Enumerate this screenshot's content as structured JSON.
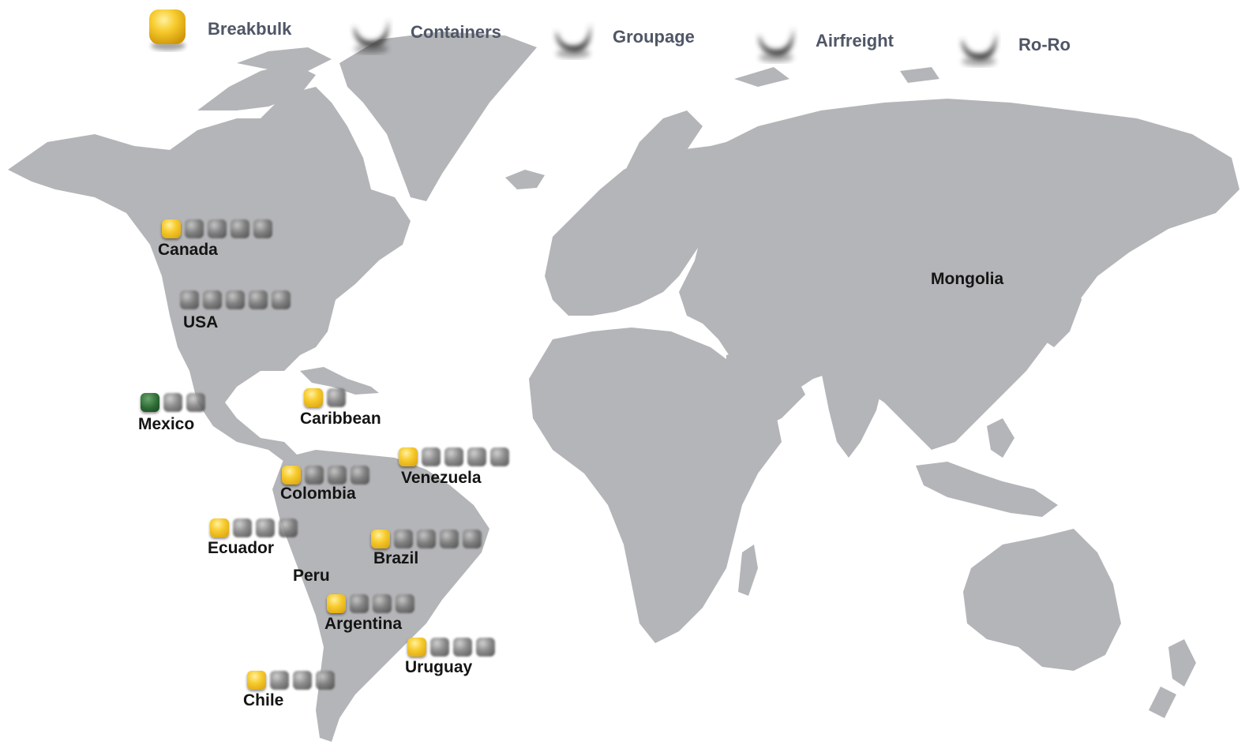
{
  "legend": [
    {
      "label": "Breakbulk",
      "color": "yellow"
    },
    {
      "label": "Containers",
      "color": "gray"
    },
    {
      "label": "Groupage",
      "color": "gray"
    },
    {
      "label": "Airfreight",
      "color": "gray"
    },
    {
      "label": "Ro-Ro",
      "color": "gray"
    }
  ],
  "colors": {
    "land": "#b4b5b8",
    "breakbulk": "#f7cb2d",
    "mexico_marker": "#2d6a34",
    "inactive": "#555555",
    "legend_text": "#4f5666"
  },
  "countries": [
    {
      "name": "Canada",
      "markers": [
        "yellow",
        "gray",
        "gray",
        "gray",
        "gray"
      ]
    },
    {
      "name": "USA",
      "markers": [
        "gray",
        "gray",
        "gray",
        "gray",
        "gray"
      ]
    },
    {
      "name": "Mexico",
      "markers": [
        "green",
        "gray",
        "gray"
      ]
    },
    {
      "name": "Caribbean",
      "markers": [
        "yellow",
        "gray"
      ]
    },
    {
      "name": "Venezuela",
      "markers": [
        "yellow",
        "gray",
        "gray",
        "gray",
        "gray"
      ]
    },
    {
      "name": "Colombia",
      "markers": [
        "yellow",
        "gray",
        "gray",
        "gray"
      ]
    },
    {
      "name": "Ecuador",
      "markers": [
        "yellow",
        "gray",
        "gray",
        "gray"
      ]
    },
    {
      "name": "Brazil",
      "markers": [
        "yellow",
        "gray",
        "gray",
        "gray",
        "gray"
      ]
    },
    {
      "name": "Argentina",
      "markers": [
        "yellow",
        "gray",
        "gray",
        "gray"
      ]
    },
    {
      "name": "Uruguay",
      "markers": [
        "yellow",
        "gray",
        "gray",
        "gray"
      ]
    },
    {
      "name": "Chile",
      "markers": [
        "yellow",
        "gray",
        "gray",
        "gray"
      ]
    }
  ],
  "regions": [
    {
      "name": "Peru"
    },
    {
      "name": "Mongolia"
    }
  ]
}
